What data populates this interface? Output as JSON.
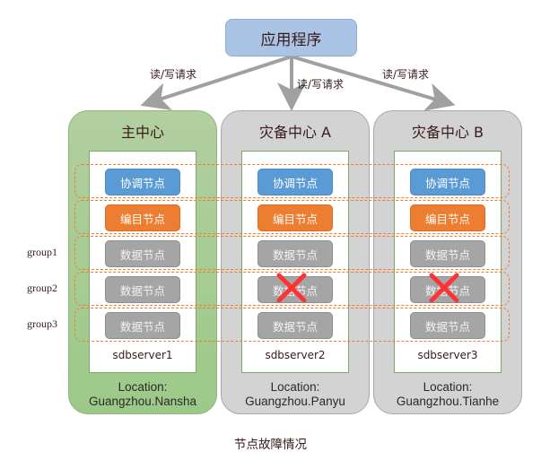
{
  "app": {
    "label": "应用程序"
  },
  "requests": [
    {
      "label": "读/写请求",
      "target": "主中心"
    },
    {
      "label": "读/写请求",
      "target": "灾备中心 A"
    },
    {
      "label": "读/写请求",
      "target": "灾备中心 B"
    }
  ],
  "centers": [
    {
      "title": "主中心",
      "kind": "main",
      "server": "sdbserver1",
      "location_label": "Location:",
      "location": "Guangzhou.Nansha",
      "nodes": [
        {
          "label": "协调节点",
          "type": "coord",
          "failed": false
        },
        {
          "label": "编目节点",
          "type": "catalog",
          "failed": false
        },
        {
          "label": "数据节点",
          "type": "data",
          "group": "group1",
          "failed": false
        },
        {
          "label": "数据节点",
          "type": "data",
          "group": "group2",
          "failed": false
        },
        {
          "label": "数据节点",
          "type": "data",
          "group": "group3",
          "failed": false
        }
      ]
    },
    {
      "title": "灾备中心 A",
      "kind": "backup",
      "server": "sdbserver2",
      "location_label": "Location:",
      "location": "Guangzhou.Panyu",
      "nodes": [
        {
          "label": "协调节点",
          "type": "coord",
          "failed": false
        },
        {
          "label": "编目节点",
          "type": "catalog",
          "failed": false
        },
        {
          "label": "数据节点",
          "type": "data",
          "group": "group1",
          "failed": false
        },
        {
          "label": "数据节点",
          "type": "data",
          "group": "group2",
          "failed": true
        },
        {
          "label": "数据节点",
          "type": "data",
          "group": "group3",
          "failed": false
        }
      ]
    },
    {
      "title": "灾备中心 B",
      "kind": "backup",
      "server": "sdbserver3",
      "location_label": "Location:",
      "location": "Guangzhou.Tianhe",
      "nodes": [
        {
          "label": "协调节点",
          "type": "coord",
          "failed": false
        },
        {
          "label": "编目节点",
          "type": "catalog",
          "failed": false
        },
        {
          "label": "数据节点",
          "type": "data",
          "group": "group1",
          "failed": false
        },
        {
          "label": "数据节点",
          "type": "data",
          "group": "group2",
          "failed": true
        },
        {
          "label": "数据节点",
          "type": "data",
          "group": "group3",
          "failed": false
        }
      ]
    }
  ],
  "groups": [
    "group1",
    "group2",
    "group3"
  ],
  "caption": "节点故障情况",
  "colors": {
    "app": "#a9c4e4",
    "main_center": "#a4cb8f",
    "backup_center": "#d3d3d3",
    "coord_node": "#5b9bd5",
    "catalog_node": "#ed7d31",
    "data_node": "#a5a5a5",
    "group_border": "#ed7d31",
    "failure_mark": "#ff3333",
    "arrow": "#a0a0a0"
  }
}
